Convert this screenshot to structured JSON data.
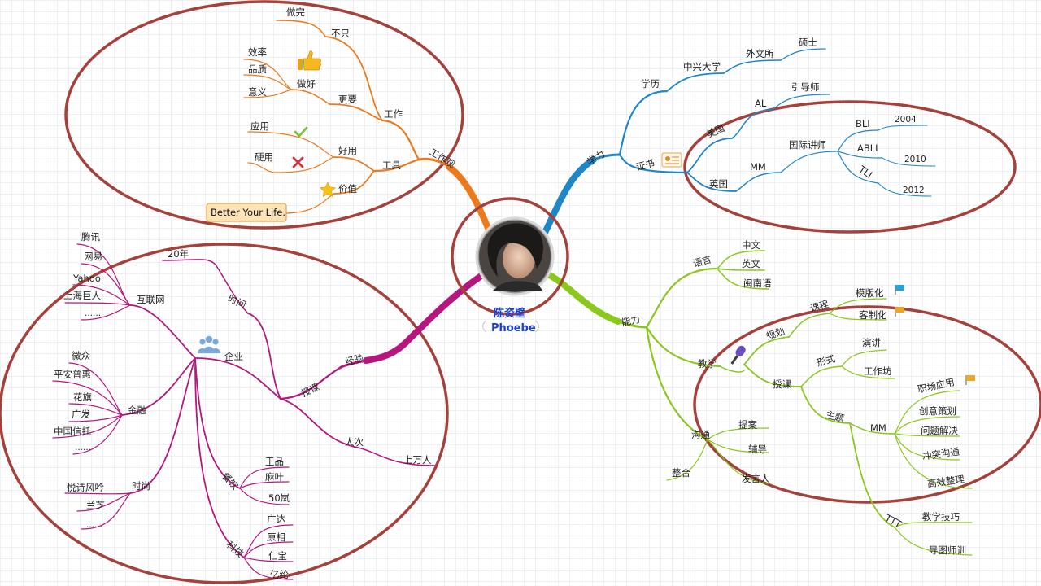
{
  "central": {
    "name_cn": "陈资壁",
    "name_en": "Phoebe"
  },
  "branches": {
    "worldview": {
      "label": "工作观",
      "work": "工作",
      "not_only": "不只",
      "done": "做完",
      "more": "更要",
      "well": "做好",
      "efficiency": "效率",
      "quality": "品质",
      "meaning": "意义",
      "tools": "工具",
      "usable": "好用",
      "apply": "应用",
      "hard_use": "硬用",
      "value": "价值",
      "tagline": "Better Your Life."
    },
    "education": {
      "label": "学力",
      "degree": "学历",
      "zte": "中兴大学",
      "foreign_lang": "外文所",
      "master": "硕士",
      "cert": "证书",
      "usa": "美国",
      "al": "AL",
      "facilitator": "引导师",
      "uk": "英国",
      "mm": "MM",
      "intl_trainer": "国际讲师",
      "bli": "BLI",
      "abli": "ABLI",
      "tli": "TLI",
      "y2004": "2004",
      "y2010": "2010",
      "y2012": "2012"
    },
    "experience": {
      "label": "经验",
      "years20": "20年",
      "time": "时间",
      "enterprise": "企业",
      "internet": "互联网",
      "tencent": "腾讯",
      "netease": "网易",
      "yahoo": "Yahoo",
      "sh_giant": "上海巨人",
      "more1": "......",
      "finance": "金融",
      "weizhong": "微众",
      "pingan": "平安普惠",
      "citi": "花旗",
      "cgb": "广发",
      "citic": "中国信托",
      "more2": "......",
      "fashion": "时尚",
      "yueshi": "悦诗风吟",
      "lancome": "兰芝",
      "more3": "......",
      "dining": "餐饮",
      "wangpin": "王品",
      "mayou": "麻叶",
      "lan50": "50岚",
      "tech": "科技",
      "guangda": "广达",
      "yuanxiang": "原相",
      "renbao": "仁宝",
      "yilun": "亿纶",
      "teaching": "授课",
      "person_times": "人次",
      "tens_thousands": "上万人"
    },
    "ability": {
      "label": "能力",
      "language": "语言",
      "chinese": "中文",
      "english": "英文",
      "minnan": "闽南语",
      "teach": "教学",
      "plan": "规划",
      "course": "课程",
      "modular": "模版化",
      "custom": "客制化",
      "deliver": "授课",
      "form": "形式",
      "lecture": "演讲",
      "workshop": "工作坊",
      "topic": "主题",
      "mm": "MM",
      "workplace": "职场应用",
      "creative": "创意策划",
      "problem": "问题解决",
      "conflict": "冲突沟通",
      "organize": "高效整理",
      "ttt": "TTT",
      "skills": "教学技巧",
      "mentor": "导图师训",
      "communicate": "沟通",
      "propose": "提案",
      "coach": "辅导",
      "speaker": "发言人",
      "integrate": "整合"
    }
  },
  "colors": {
    "worldview": "#ec7a1c",
    "education": "#1f86c8",
    "experience": "#b5177f",
    "ability": "#8bc71d",
    "ellipse": "#a5413b",
    "central_ring": "#a5413b",
    "tag_bg": "#fde3b8"
  }
}
